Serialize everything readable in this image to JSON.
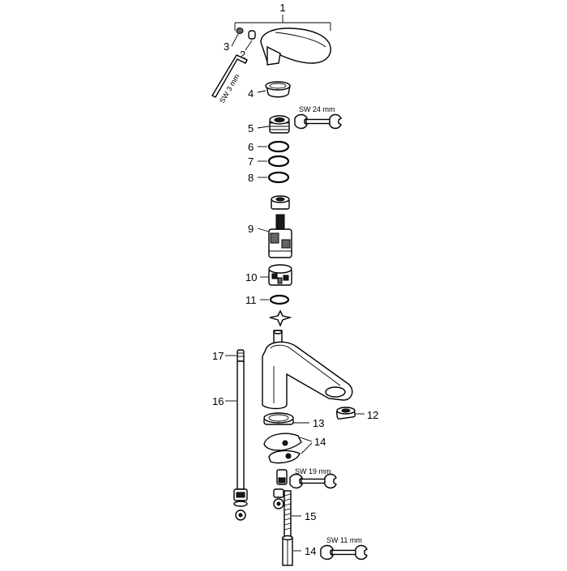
{
  "callouts": {
    "c1": "1",
    "c2": "2",
    "c3": "3",
    "c4": "4",
    "c5": "5",
    "c6": "6",
    "c7": "7",
    "c8": "8",
    "c9": "9",
    "c10": "10",
    "c11": "11",
    "c12": "12",
    "c13": "13",
    "c14a": "14",
    "c14b": "14",
    "c15": "15",
    "c16": "16",
    "c17": "17"
  },
  "tools": {
    "hex_key": "SW 3 mm",
    "wrench_24": "SW 24 mm",
    "wrench_19": "SW 19 mm",
    "wrench_11": "SW 11 mm"
  }
}
